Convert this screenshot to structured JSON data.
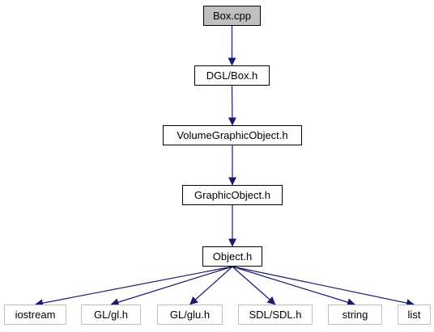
{
  "graph": {
    "nodes": [
      {
        "id": "box_cpp",
        "label": "Box.cpp",
        "kind": "root"
      },
      {
        "id": "dgl_box_h",
        "label": "DGL/Box.h",
        "kind": "local"
      },
      {
        "id": "volume_graphic_object_h",
        "label": "VolumeGraphicObject.h",
        "kind": "local"
      },
      {
        "id": "graphic_object_h",
        "label": "GraphicObject.h",
        "kind": "local"
      },
      {
        "id": "object_h",
        "label": "Object.h",
        "kind": "local"
      },
      {
        "id": "iostream",
        "label": "iostream",
        "kind": "external"
      },
      {
        "id": "gl_gl_h",
        "label": "GL/gl.h",
        "kind": "external"
      },
      {
        "id": "gl_glu_h",
        "label": "GL/glu.h",
        "kind": "external"
      },
      {
        "id": "sdl_sdl_h",
        "label": "SDL/SDL.h",
        "kind": "external"
      },
      {
        "id": "string",
        "label": "string",
        "kind": "external"
      },
      {
        "id": "list",
        "label": "list",
        "kind": "external"
      }
    ],
    "edges": [
      {
        "from": "box_cpp",
        "to": "dgl_box_h"
      },
      {
        "from": "dgl_box_h",
        "to": "volume_graphic_object_h"
      },
      {
        "from": "volume_graphic_object_h",
        "to": "graphic_object_h"
      },
      {
        "from": "graphic_object_h",
        "to": "object_h"
      },
      {
        "from": "object_h",
        "to": "iostream"
      },
      {
        "from": "object_h",
        "to": "gl_gl_h"
      },
      {
        "from": "object_h",
        "to": "gl_glu_h"
      },
      {
        "from": "object_h",
        "to": "sdl_sdl_h"
      },
      {
        "from": "object_h",
        "to": "string"
      },
      {
        "from": "object_h",
        "to": "list"
      }
    ]
  },
  "colors": {
    "edge": "#191970",
    "node_border": "#000000",
    "external_border": "#bfbfbf",
    "root_fill": "#bfbfbf",
    "node_fill": "#ffffff"
  }
}
